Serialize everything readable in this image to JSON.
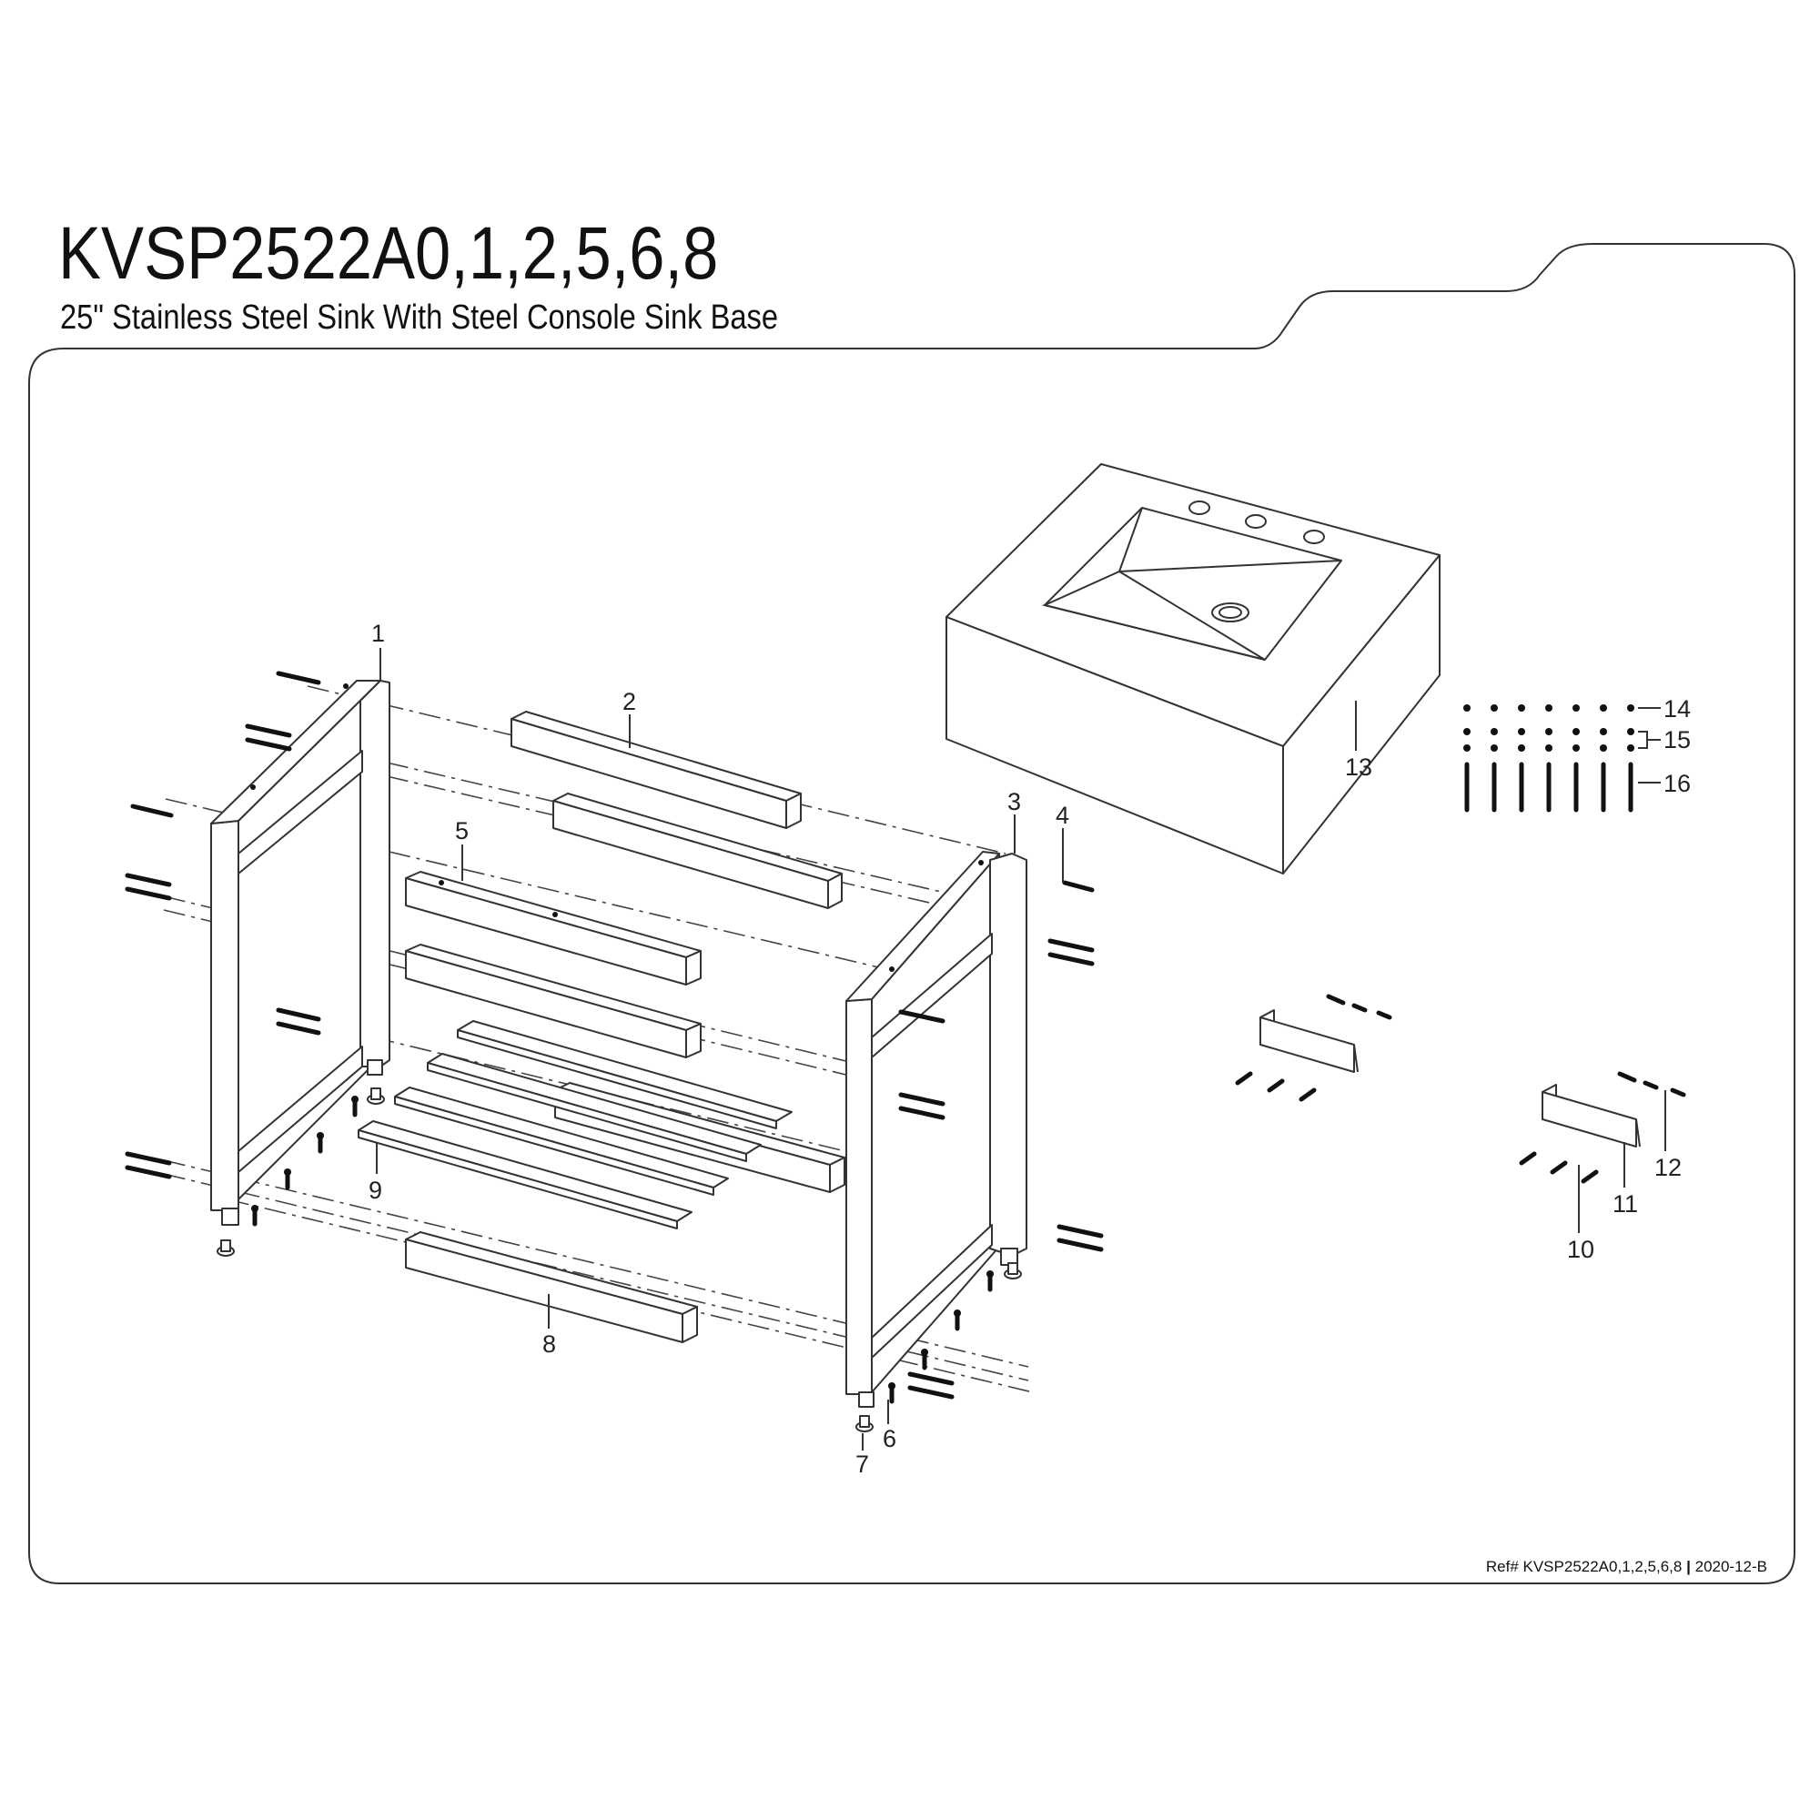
{
  "title": "KVSP2522A0,1,2,5,6,8",
  "subtitle": "25\" Stainless Steel Sink With Steel Console Sink Base",
  "reference": "Ref# KVSP2522A0,1,2,5,6,8",
  "revision": "2020-12-B",
  "callouts": [
    "1",
    "2",
    "3",
    "4",
    "5",
    "6",
    "7",
    "8",
    "9",
    "10",
    "11",
    "12",
    "13",
    "14",
    "15",
    "16"
  ],
  "colors": {
    "line": "#333333",
    "background": "#ffffff",
    "hardware": "#111111"
  }
}
